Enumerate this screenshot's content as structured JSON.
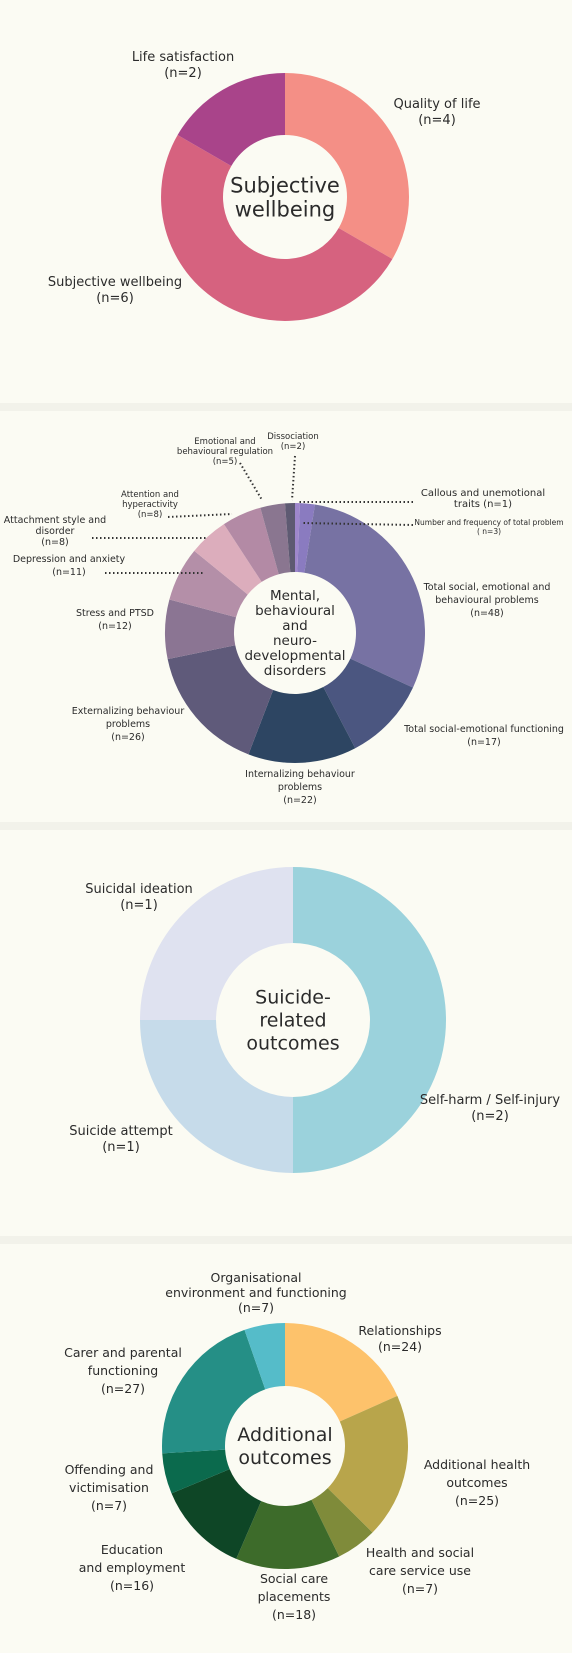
{
  "chart_data": [
    {
      "type": "pie",
      "title": "Subjective wellbeing",
      "title_lines": [
        "Subjective",
        "wellbeing"
      ],
      "categories": [
        "Quality of life",
        "Subjective wellbeing",
        "Life satisfaction"
      ],
      "values": [
        4,
        6,
        2
      ],
      "counts": [
        "(n=4)",
        "(n=6)",
        "(n=2)"
      ],
      "colors": [
        "#f48f86",
        "#d6627f",
        "#a9448a"
      ]
    },
    {
      "type": "pie",
      "title": "Mental, behavioural and neuro-developmental disorders",
      "title_lines": [
        "Mental,",
        "behavioural",
        "and",
        "neuro-",
        "developmental",
        "disorders"
      ],
      "categories": [
        "Callous and unemotional traits",
        "Number and frequency of total problem",
        "Total social, emotional and behavioural problems",
        "Total social-emotional functioning",
        "Internalizing behaviour problems",
        "Externalizing behaviour problems",
        "Stress and PTSD",
        "Depression and anxiety",
        "Attachment style and disorder",
        "Attention and hyperactivity",
        "Emotional and behavioural regulation",
        "Dissociation"
      ],
      "values": [
        1,
        3,
        48,
        17,
        22,
        26,
        12,
        11,
        8,
        8,
        5,
        2
      ],
      "counts": [
        "(n=1)",
        "(n=3)",
        "(n=48)",
        "(n=17)",
        "(n=22)",
        "(n=26)",
        "(n=12)",
        "(n=11)",
        "(n=8)",
        "(n=8)",
        "(n=5)",
        "(n=2)"
      ],
      "label_lines": [
        [
          "Callous and unemotional",
          "traits  (n=1)"
        ],
        [
          "Number and frequency of total problem",
          "( n=3)"
        ],
        [
          "Total social, emotional and",
          "behavioural problems",
          "(n=48)"
        ],
        [
          "Total social-emotional functioning",
          "(n=17)"
        ],
        [
          "Internalizing behaviour",
          "problems",
          "(n=22)"
        ],
        [
          "Externalizing behaviour",
          "problems",
          "(n=26)"
        ],
        [
          "Stress and  PTSD",
          "(n=12)"
        ],
        [
          "Depression and anxiety",
          "(n=11)"
        ],
        [
          "Attachment style and",
          "disorder",
          "(n=8)"
        ],
        [
          "Attention and",
          "hyperactivity",
          "(n=8)"
        ],
        [
          "Emotional and",
          "behavioural regulation",
          "(n=5)"
        ],
        [
          "Dissociation",
          "(n=2)"
        ]
      ],
      "colors": [
        "#9f87cc",
        "#8a7bc0",
        "#7772a3",
        "#4b5680",
        "#2d4562",
        "#5f5a7a",
        "#8b7593",
        "#b48fa8",
        "#dcadbc",
        "#b38aa5",
        "#8a7690",
        "#5e5a72"
      ]
    },
    {
      "type": "pie",
      "title": "Suicide-related outcomes",
      "title_lines": [
        "Suicide-",
        "related",
        "outcomes"
      ],
      "categories": [
        "Self-harm / Self-injury",
        "Suicide attempt",
        "Suicidal ideation"
      ],
      "values": [
        2,
        1,
        1
      ],
      "counts": [
        "(n=2)",
        "(n=1)",
        "(n=1)"
      ],
      "colors": [
        "#9bd2dc",
        "#c6dbea",
        "#dfe2f0"
      ]
    },
    {
      "type": "pie",
      "title": "Additional outcomes",
      "title_lines": [
        "Additional",
        "outcomes"
      ],
      "categories": [
        "Relationships",
        "Additional health outcomes",
        "Health and social care service use",
        "Social care placements",
        "Education and employment",
        "Offending and victimisation",
        "Carer and parental functioning",
        "Organisational environment and functioning"
      ],
      "values": [
        24,
        25,
        7,
        18,
        16,
        7,
        27,
        7
      ],
      "counts": [
        "(n=24)",
        "(n=25)",
        "(n=7)",
        "(n=18)",
        "(n=16)",
        "(n=7)",
        "(n=27)",
        "(n=7)"
      ],
      "label_lines": [
        [
          "Relationships",
          "(n=24)"
        ],
        [
          "Additional health",
          "outcomes",
          "(n=25)"
        ],
        [
          "Health and social",
          "care service use",
          "(n=7)"
        ],
        [
          "Social care",
          "placements",
          "(n=18)"
        ],
        [
          "Education",
          "and employment",
          "(n=16)"
        ],
        [
          "Offending and",
          "victimisation",
          "(n=7)"
        ],
        [
          "Carer and parental",
          "functioning",
          "(n=27)"
        ],
        [
          "Organisational",
          "environment and functioning",
          "(n=7)"
        ]
      ],
      "colors": [
        "#fdc26b",
        "#b8a54b",
        "#7f8b3a",
        "#3d6b2a",
        "#0e4626",
        "#0b6a4d",
        "#258f86",
        "#55bcc9"
      ]
    }
  ]
}
